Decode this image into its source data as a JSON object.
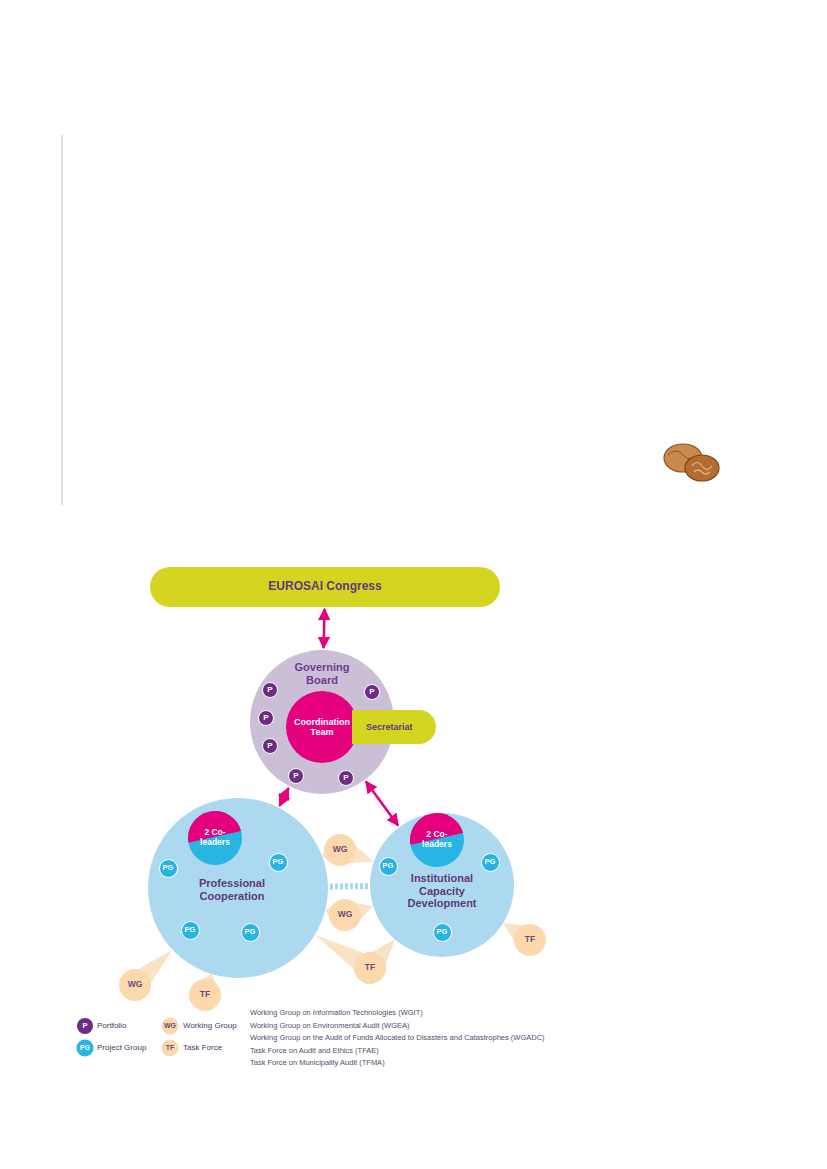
{
  "diagram": {
    "nodes": [
      {
        "text": [
          "EUROSAI Congress"
        ]
      },
      {
        "text": [
          "Governing Board"
        ]
      },
      {
        "text": [
          "Coordination Team"
        ],
        "in": 1
      },
      {
        "text": [
          "Secretariat"
        ]
      },
      {
        "text": [
          "P"
        ],
        "in": 1
      },
      {
        "text": [
          "P"
        ],
        "in": 1
      },
      {
        "text": [
          "P"
        ],
        "in": 1
      },
      {
        "text": [
          "P"
        ],
        "in": 1
      },
      {
        "text": [
          "P"
        ],
        "in": 1
      },
      {
        "text": [
          "P"
        ],
        "in": 1
      },
      {
        "text": [
          "Professional Cooperation"
        ]
      },
      {
        "text": [
          "2 Co-leaders"
        ],
        "in": 10
      },
      {
        "text": [
          "PG"
        ],
        "in": 10
      },
      {
        "text": [
          "PG"
        ],
        "in": 10
      },
      {
        "text": [
          "PG"
        ],
        "in": 10
      },
      {
        "text": [
          "PG"
        ],
        "in": 10
      },
      {
        "text": [
          "Institutional Capacity Development"
        ]
      },
      {
        "text": [
          "2 Co-leaders"
        ],
        "in": 16
      },
      {
        "text": [
          "PG"
        ],
        "in": 16
      },
      {
        "text": [
          "PG"
        ],
        "in": 16
      },
      {
        "text": [
          "PG"
        ],
        "in": 16
      },
      {
        "text": [
          "WG"
        ]
      },
      {
        "text": [
          "WG"
        ]
      },
      {
        "text": [
          "WG"
        ]
      },
      {
        "text": [
          "TF"
        ]
      },
      {
        "text": [
          "TF"
        ]
      },
      {
        "text": [
          "TF"
        ]
      }
    ],
    "edges": [
      {
        "from": 0,
        "to": 1,
        "arrow": "both"
      },
      {
        "from": 1,
        "to": 10,
        "arrow": "both"
      },
      {
        "from": 1,
        "to": 16,
        "arrow": "both"
      },
      {
        "from": 10,
        "to": 16,
        "arrow": "none"
      },
      {
        "from": 21,
        "to": 10,
        "arrow": "none"
      },
      {
        "from": 21,
        "to": 16,
        "arrow": "none"
      },
      {
        "from": 22,
        "to": 10,
        "arrow": "none"
      },
      {
        "from": 22,
        "to": 16,
        "arrow": "none"
      },
      {
        "from": 23,
        "to": 10,
        "arrow": "none"
      },
      {
        "from": 24,
        "to": 10,
        "arrow": "none"
      },
      {
        "from": 25,
        "to": 10,
        "arrow": "none"
      },
      {
        "from": 25,
        "to": 16,
        "arrow": "none"
      },
      {
        "from": 26,
        "to": 16,
        "arrow": "none"
      }
    ],
    "labels": [
      "P",
      "PG",
      "WG",
      "TF",
      "Working Group on Information Technologies (WGIT)",
      "Working Group on Environmental Audit (WGEA)",
      "Working Group on the Audit of Funds Allocated to Disasters and Catastrophes (WGADC)",
      "Task Force on Audit and Ethics (TFAE)",
      "Task Force on Municipality Audit (TFMA)"
    ],
    "legend": [
      {
        "text": "Portfolio"
      },
      {
        "text": "Project Group"
      },
      {
        "text": "Working Group"
      },
      {
        "text": "Task Force"
      }
    ]
  }
}
